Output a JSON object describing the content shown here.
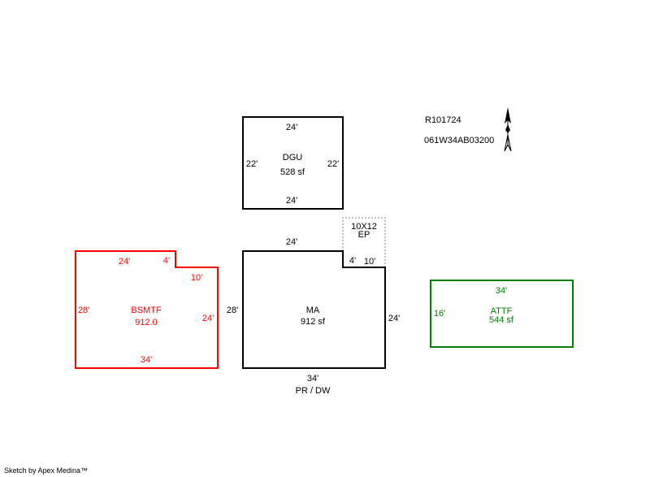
{
  "ids": {
    "parcel_number": "R101724",
    "map_tax_lot": "061W34AB03200"
  },
  "colors": {
    "main": "#000000",
    "basement": "#ff0000",
    "attic": "#008000",
    "porch": "#808080"
  },
  "icons": {
    "north": "north-arrow-icon"
  },
  "dgu": {
    "name": "DGU",
    "area": "528 sf",
    "top": "24'",
    "bottom": "24'",
    "left": "22'",
    "right": "22'"
  },
  "ep": {
    "size": "10X12",
    "name": "EP",
    "left": "4'",
    "bottom": "10'"
  },
  "ma": {
    "name": "MA",
    "area": "912 sf",
    "top": "24'",
    "left": "28'",
    "right": "24'",
    "bottom": "34'",
    "note": "PR / DW"
  },
  "bsmtf": {
    "name": "BSMTF",
    "area": "912.0",
    "top": "24'",
    "notch_vertical": "4'",
    "notch_horizontal": "10'",
    "left": "28'",
    "right": "24'",
    "bottom": "34'"
  },
  "attf": {
    "name": "ATTF",
    "area": "544 sf",
    "top": "34'",
    "left": "16'"
  },
  "footer": {
    "credit": "Sketch by Apex Medina™"
  }
}
